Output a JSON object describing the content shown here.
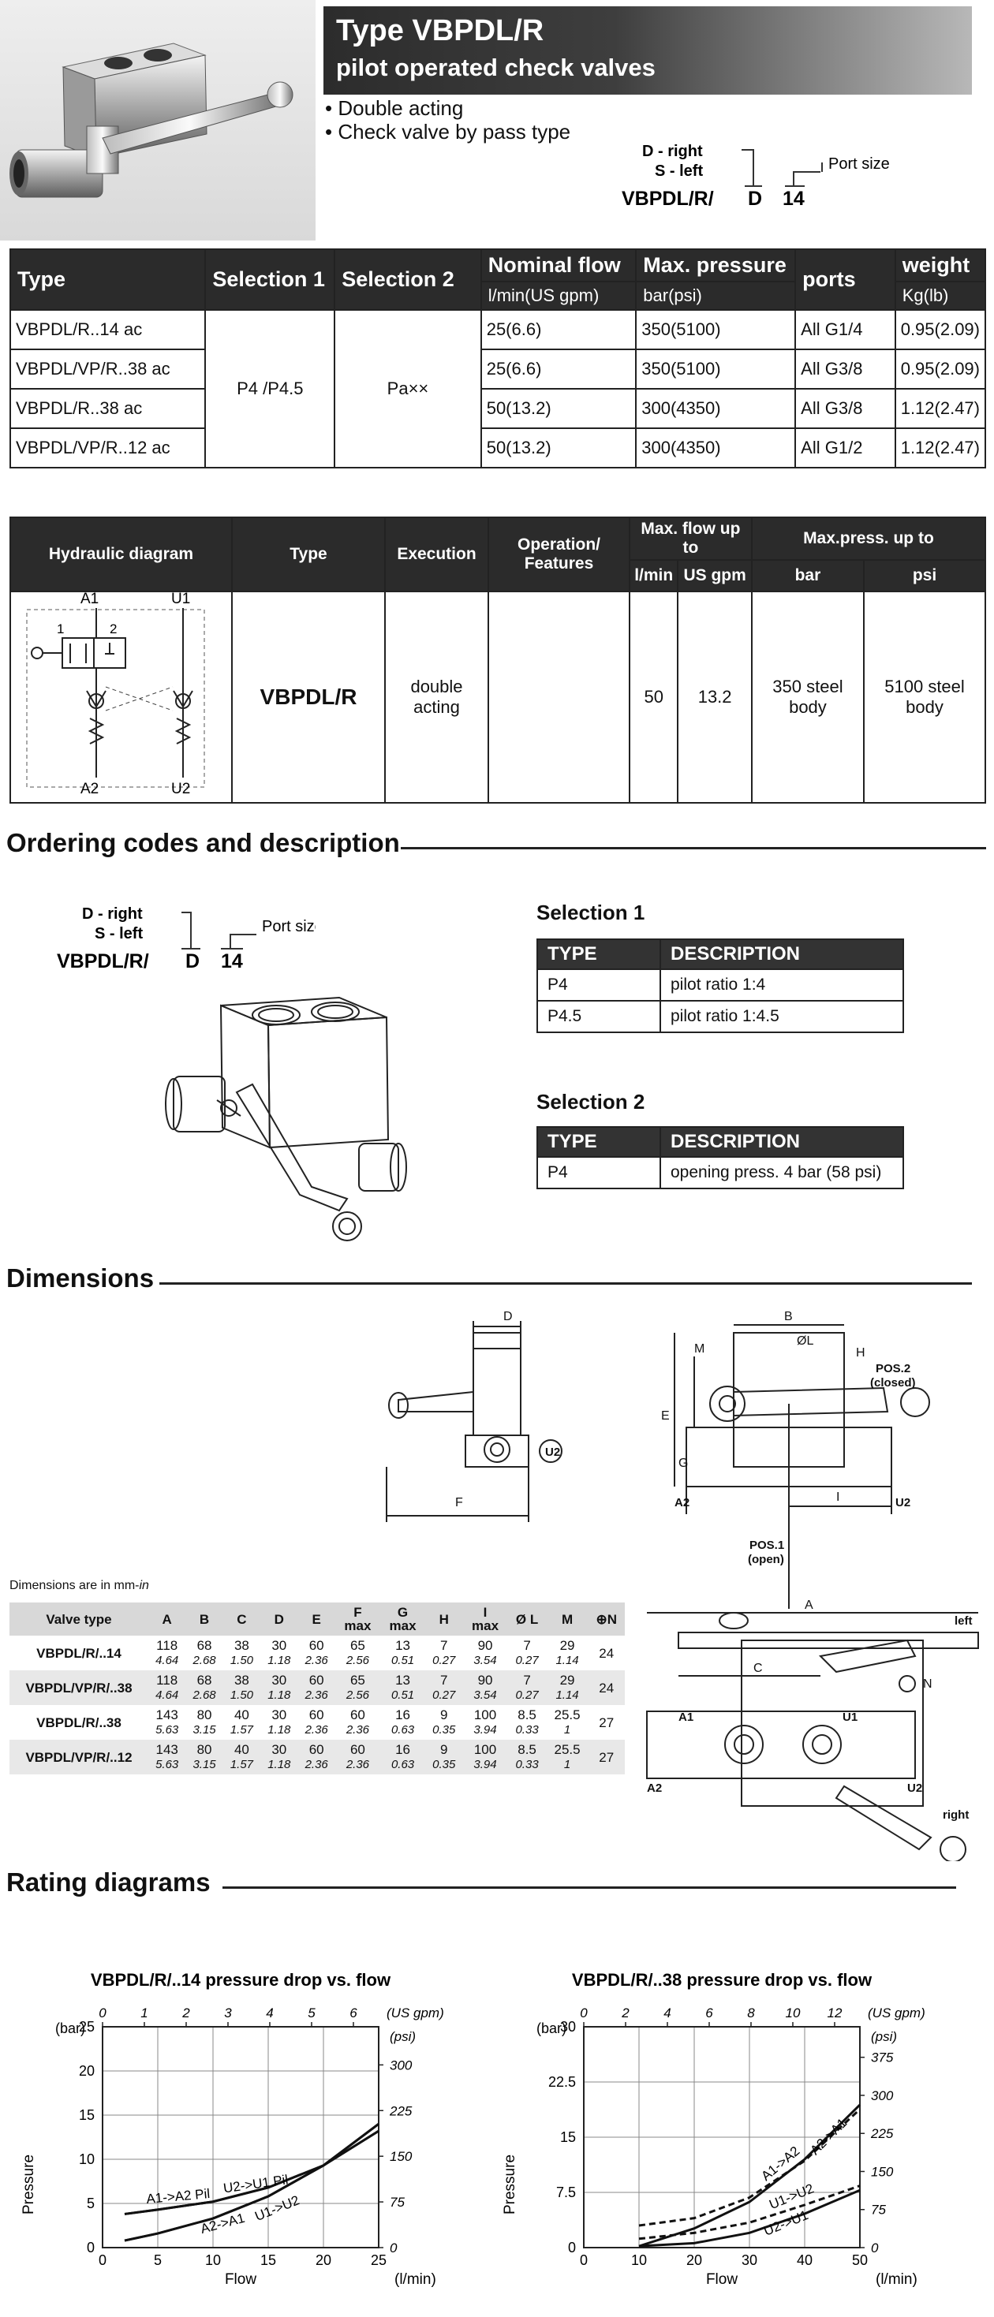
{
  "header": {
    "title": "Type VBPDL/R",
    "subtitle": "pilot operated check valves"
  },
  "bullets": [
    "Double acting",
    "Check valve by pass type"
  ],
  "code": {
    "d_label": "D - right",
    "s_label": "S - left",
    "code_part": "VBPDL/R/",
    "d": "D",
    "size": "14",
    "port_size": "Port size"
  },
  "table1": {
    "headers": {
      "type": "Type",
      "sel1": "Selection 1",
      "sel2": "Selection 2",
      "flow": "Nominal flow",
      "flow_unit": "l/min(US gpm)",
      "press": "Max. pressure",
      "press_unit": "bar(psi)",
      "ports": "ports",
      "weight": "weight",
      "weight_unit": "Kg(lb)"
    },
    "sel1_value": "P4 /P4.5",
    "sel2_value": "Pa××",
    "rows": [
      {
        "type": "VBPDL/R..14 ac",
        "flow": "25(6.6)",
        "press": "350(5100)",
        "ports": "All G1/4",
        "weight": "0.95(2.09)"
      },
      {
        "type": "VBPDL/VP/R..38 ac",
        "flow": "25(6.6)",
        "press": "350(5100)",
        "ports": "All G3/8",
        "weight": "0.95(2.09)"
      },
      {
        "type": "VBPDL/R..38 ac",
        "flow": "50(13.2)",
        "press": "300(4350)",
        "ports": "All G3/8",
        "weight": "1.12(2.47)"
      },
      {
        "type": "VBPDL/VP/R..12 ac",
        "flow": "50(13.2)",
        "press": "300(4350)",
        "ports": "All G1/2",
        "weight": "1.12(2.47)"
      }
    ]
  },
  "table2": {
    "headers": {
      "diagram": "Hydraulic diagram",
      "type": "Type",
      "execution": "Execution",
      "operation": "Operation/ Features",
      "maxflow": "Max. flow up to",
      "lmin": "l/min",
      "usgpm": "US gpm",
      "maxpress": "Max.press. up to",
      "bar": "bar",
      "psi": "psi"
    },
    "row": {
      "type": "VBPDL/R",
      "execution": "double acting",
      "lmin": "50",
      "usgpm": "13.2",
      "bar": "350 steel body",
      "psi": "5100 steel body"
    },
    "diagram_labels": {
      "a1": "A1",
      "u1": "U1",
      "a2": "A2",
      "u2": "U2",
      "p1": "1",
      "p2": "2"
    }
  },
  "sections": {
    "ordering": "Ordering codes and description",
    "dimensions": "Dimensions",
    "rating": "Rating diagrams"
  },
  "selection1": {
    "title": "Selection 1",
    "h_type": "TYPE",
    "h_desc": "DESCRIPTION",
    "rows": [
      {
        "type": "P4",
        "desc": "pilot ratio 1:4"
      },
      {
        "type": "P4.5",
        "desc": "pilot ratio 1:4.5"
      }
    ]
  },
  "selection2": {
    "title": "Selection 2",
    "h_type": "TYPE",
    "h_desc": "DESCRIPTION",
    "rows": [
      {
        "type": "P4",
        "desc": "opening press. 4 bar (58 psi)"
      }
    ]
  },
  "dimensions": {
    "note_prefix": "Dimensions are in mm-",
    "note_unit": "in",
    "headers": [
      "Valve type",
      "A",
      "B",
      "C",
      "D",
      "E",
      "F max",
      "G max",
      "H",
      "I max",
      "Ø L",
      "M",
      "⊕N"
    ],
    "rows": [
      {
        "type": "VBPDL/R/..14",
        "mm": [
          "118",
          "68",
          "38",
          "30",
          "60",
          "65",
          "13",
          "7",
          "90",
          "7",
          "29"
        ],
        "in": [
          "4.64",
          "2.68",
          "1.50",
          "1.18",
          "2.36",
          "2.56",
          "0.51",
          "0.27",
          "3.54",
          "0.27",
          "1.14"
        ],
        "n": "24"
      },
      {
        "type": "VBPDL/VP/R/..38",
        "mm": [
          "118",
          "68",
          "38",
          "30",
          "60",
          "65",
          "13",
          "7",
          "90",
          "7",
          "29"
        ],
        "in": [
          "4.64",
          "2.68",
          "1.50",
          "1.18",
          "2.36",
          "2.56",
          "0.51",
          "0.27",
          "3.54",
          "0.27",
          "1.14"
        ],
        "n": "24"
      },
      {
        "type": "VBPDL/R/..38",
        "mm": [
          "143",
          "80",
          "40",
          "30",
          "60",
          "60",
          "16",
          "9",
          "100",
          "8.5",
          "25.5"
        ],
        "in": [
          "5.63",
          "3.15",
          "1.57",
          "1.18",
          "2.36",
          "2.36",
          "0.63",
          "0.35",
          "3.94",
          "0.33",
          "1"
        ],
        "n": "27"
      },
      {
        "type": "VBPDL/VP/R/..12",
        "mm": [
          "143",
          "80",
          "40",
          "30",
          "60",
          "60",
          "16",
          "9",
          "100",
          "8.5",
          "25.5"
        ],
        "in": [
          "5.63",
          "3.15",
          "1.57",
          "1.18",
          "2.36",
          "2.36",
          "0.63",
          "0.35",
          "3.94",
          "0.33",
          "1"
        ],
        "n": "27"
      }
    ],
    "drawing_labels": {
      "d": "D",
      "b": "B",
      "l": "ØL",
      "h": "H",
      "m": "M",
      "e": "E",
      "g": "G",
      "f": "F",
      "i": "I",
      "a": "A",
      "c": "C",
      "n": "N",
      "a1": "A1",
      "a2": "A2",
      "u1": "U1",
      "u2": "U2",
      "pos2": "POS.2",
      "closed": "(closed)",
      "pos1": "POS.1",
      "open": "(open)",
      "left": "left",
      "right": "right"
    }
  },
  "chart_data": [
    {
      "type": "line",
      "title": "VBPDL/R/..14 pressure drop vs. flow",
      "xlabel": "Flow",
      "xunit": "(l/min)",
      "ylabel": "Pressure",
      "yunit": "(bar)",
      "x2unit": "(US gpm)",
      "y2unit": "(psi)",
      "xlim": [
        0,
        25
      ],
      "ylim": [
        0,
        25
      ],
      "xticks": [
        0,
        5,
        10,
        15,
        20,
        25
      ],
      "yticks": [
        0,
        5,
        10,
        15,
        20,
        25
      ],
      "x2ticks": [
        0,
        1,
        2,
        3,
        4,
        5,
        6
      ],
      "y2ticks": [
        0,
        75,
        150,
        225,
        300
      ],
      "grid": true,
      "series": [
        {
          "name": "A1->A2 Pil",
          "dashed": false,
          "x": [
            2,
            5,
            10,
            15,
            20,
            25
          ],
          "y": [
            3.8,
            4.3,
            5.2,
            6.8,
            9.3,
            13.2
          ]
        },
        {
          "name": "U2->U1 Pil",
          "dashed": false,
          "x": [
            2,
            5,
            10,
            15,
            20,
            25
          ],
          "y": [
            3.8,
            4.3,
            5.2,
            6.8,
            9.3,
            13.2
          ]
        },
        {
          "name": "A2->A1",
          "dashed": false,
          "x": [
            2,
            5,
            10,
            15,
            20,
            25
          ],
          "y": [
            0.8,
            1.6,
            3.3,
            5.8,
            9.3,
            14.0
          ]
        },
        {
          "name": "U1->U2",
          "dashed": false,
          "x": [
            2,
            5,
            10,
            15,
            20,
            25
          ],
          "y": [
            0.8,
            1.6,
            3.3,
            5.8,
            9.3,
            14.0
          ]
        }
      ]
    },
    {
      "type": "line",
      "title": "VBPDL/R/..38 pressure drop vs. flow",
      "xlabel": "Flow",
      "xunit": "(l/min)",
      "ylabel": "Pressure",
      "yunit": "(bar)",
      "x2unit": "(US gpm)",
      "y2unit": "(psi)",
      "xlim": [
        0,
        50
      ],
      "ylim": [
        0,
        30
      ],
      "xticks": [
        0,
        10,
        20,
        30,
        40,
        50
      ],
      "yticks": [
        0,
        7.5,
        15,
        22.5,
        30
      ],
      "x2ticks": [
        0,
        2,
        4,
        6,
        8,
        10,
        12
      ],
      "y2ticks": [
        0,
        75,
        150,
        225,
        300,
        375
      ],
      "grid": true,
      "series": [
        {
          "name": "A1->A2",
          "dashed": true,
          "x": [
            10,
            20,
            30,
            40,
            50
          ],
          "y": [
            3.0,
            4.0,
            6.8,
            11.8,
            18.8
          ]
        },
        {
          "name": "A2->A1",
          "dashed": false,
          "x": [
            10,
            20,
            30,
            40,
            50
          ],
          "y": [
            0.2,
            2.6,
            6.2,
            12.0,
            19.4
          ]
        },
        {
          "name": "U1->U2",
          "dashed": true,
          "x": [
            10,
            20,
            30,
            40,
            50
          ],
          "y": [
            1.2,
            2.0,
            3.4,
            5.8,
            8.4
          ]
        },
        {
          "name": "U2->U1",
          "dashed": false,
          "x": [
            10,
            20,
            30,
            40,
            50
          ],
          "y": [
            0.2,
            0.6,
            2.0,
            4.6,
            7.8
          ]
        }
      ]
    }
  ]
}
